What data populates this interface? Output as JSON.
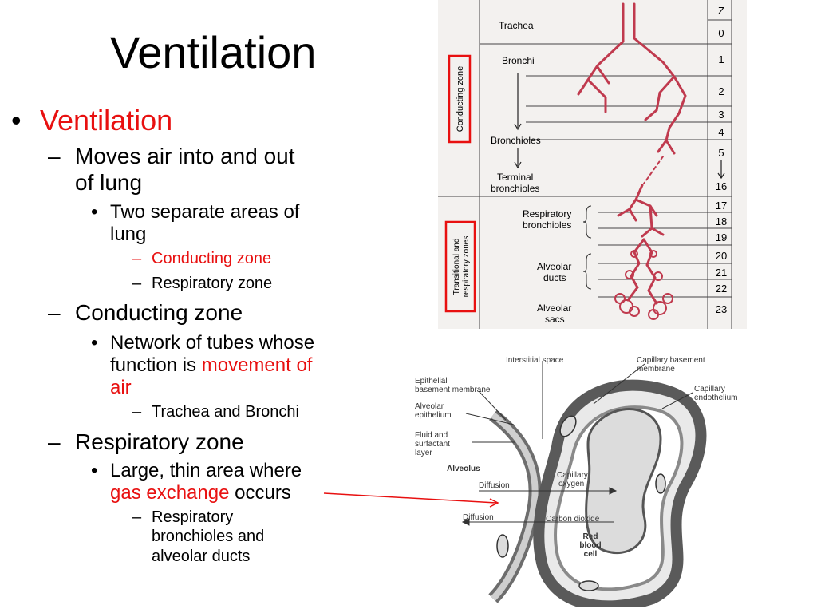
{
  "slide": {
    "title": "Ventilation",
    "outline": {
      "b1": "Ventilation",
      "b2_moves_line1": "Moves air into and out",
      "b2_moves_line2": "of lung",
      "b3_two_line1": "Two separate areas of",
      "b3_two_line2": "lung",
      "b4_conducting": "Conducting zone",
      "b4_respiratory": "Respiratory zone",
      "b2_conducting": "Conducting zone",
      "b3_network_line1": "Network of tubes whose",
      "b3_network_line2_a": "function is ",
      "b3_network_line2_b": "movement of",
      "b3_network_line3": "air",
      "b4_trachea": "Trachea and Bronchi",
      "b2_respiratory": "Respiratory zone",
      "b3_large_line1": "Large, thin area where",
      "b3_large_line2_a": "gas exchange",
      "b3_large_line2_b": " occurs",
      "b4_resp_line1": "Respiratory",
      "b4_resp_line2": "bronchioles and",
      "b4_resp_line3": "alveolar ducts"
    },
    "markers": {
      "bullet": "•",
      "dash": "–"
    },
    "accent_color": "#e81010"
  },
  "airway_figure": {
    "labels": {
      "trachea": "Trachea",
      "bronchi": "Bronchi",
      "bronchioles": "Bronchioles",
      "terminal_1": "Terminal",
      "terminal_2": "bronchioles",
      "resp_1": "Respiratory",
      "resp_2": "bronchioles",
      "ducts_1": "Alveolar",
      "ducts_2": "ducts",
      "sacs_1": "Alveolar",
      "sacs_2": "sacs",
      "conducting_zone": "Conducting zone",
      "transitional_1": "Transitional and",
      "transitional_2": "respiratory zones"
    },
    "z_header": "Z",
    "generations": [
      "0",
      "1",
      "2",
      "3",
      "4",
      "5",
      "16",
      "17",
      "18",
      "19",
      "20",
      "21",
      "22",
      "23"
    ],
    "airway_color": "#c03a4e",
    "zone_box_color": "#e81010"
  },
  "membrane_figure": {
    "labels": {
      "interstitial_space": "Interstitial space",
      "capillary_basement_1": "Capillary basement",
      "capillary_basement_2": "membrane",
      "epithelial_basement_1": "Epithelial",
      "epithelial_basement_2": "basement membrane",
      "capillary_endothelium_1": "Capillary",
      "capillary_endothelium_2": "endothelium",
      "alveolar_epithelium_1": "Alveolar",
      "alveolar_epithelium_2": "epithelium",
      "fluid_1": "Fluid and",
      "fluid_2": "surfactant",
      "fluid_3": "layer",
      "alveolus": "Alveolus",
      "diffusion_top": "Diffusion",
      "capillary_1": "Capillary",
      "capillary_2": "oxygen",
      "diffusion_bottom": "Diffusion",
      "carbon_dioxide": "Carbon dioxide",
      "rbc_1": "Red",
      "rbc_2": "blood",
      "rbc_3": "cell"
    }
  }
}
